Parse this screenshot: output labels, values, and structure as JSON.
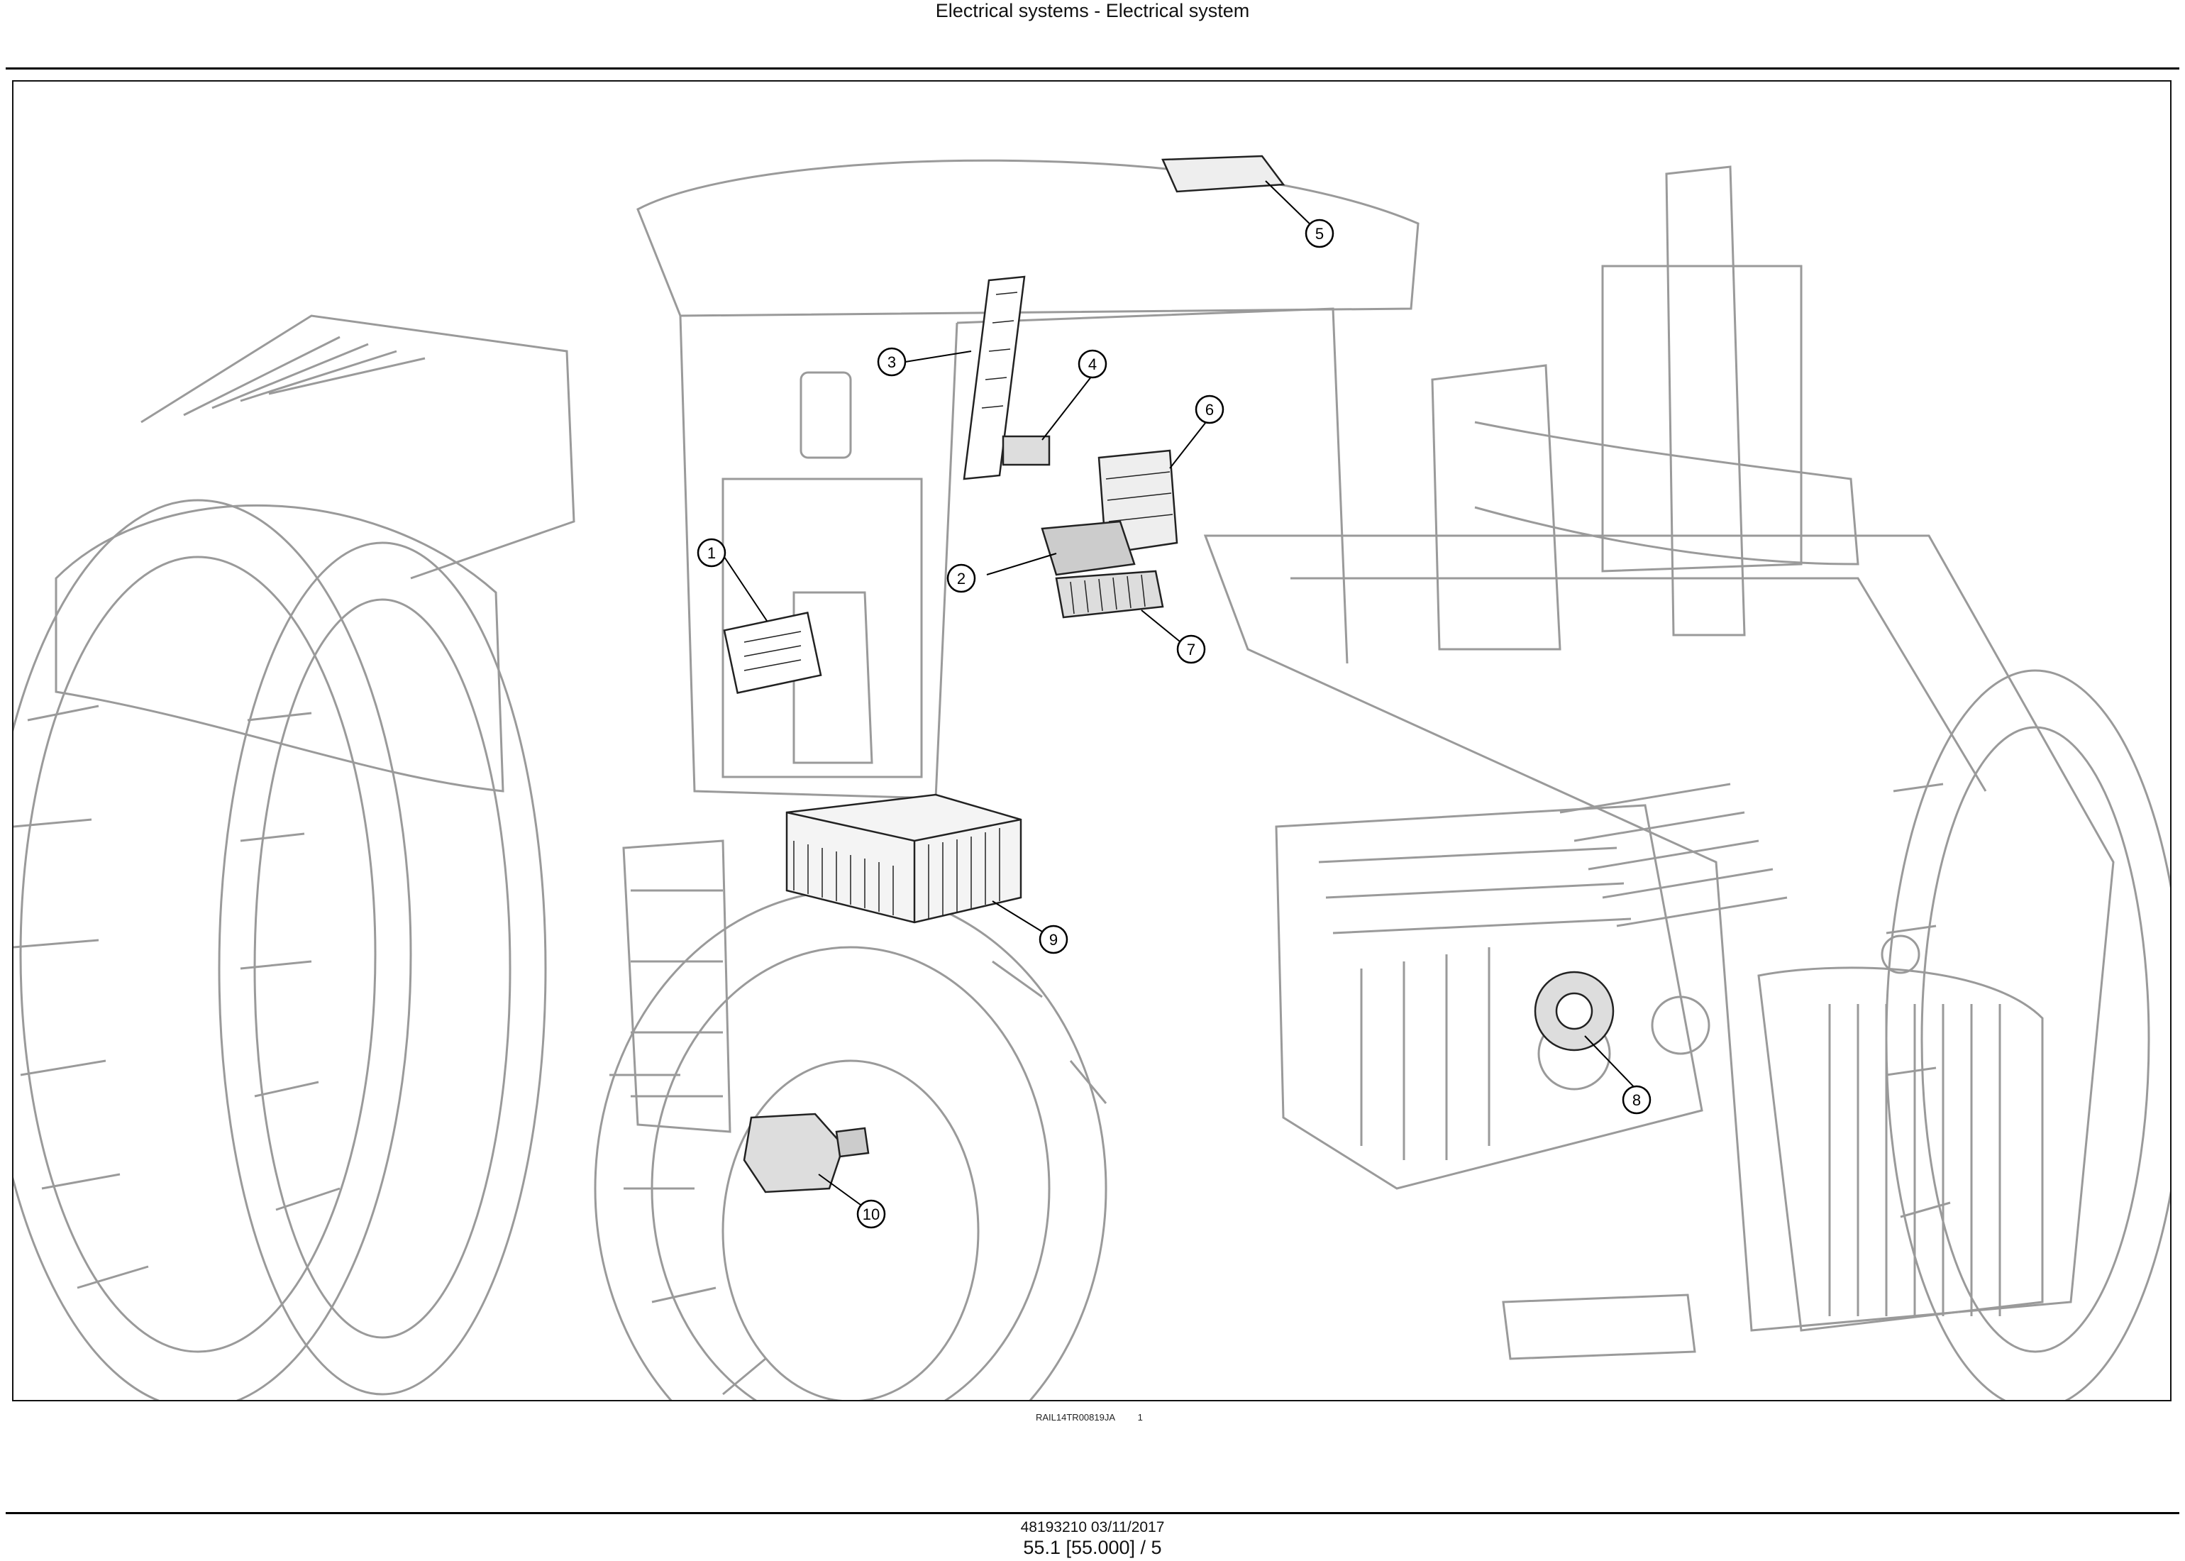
{
  "header": {
    "title": "Electrical systems - Electrical system"
  },
  "figure": {
    "image_code": "RAIL14TR00819JA",
    "figure_number": "1",
    "callouts": [
      "1",
      "2",
      "3",
      "4",
      "5",
      "6",
      "7",
      "8",
      "9",
      "10"
    ]
  },
  "footer": {
    "doc_ref": "48193210 03/11/2017",
    "page_ref": "55.1 [55.000] / 5"
  }
}
